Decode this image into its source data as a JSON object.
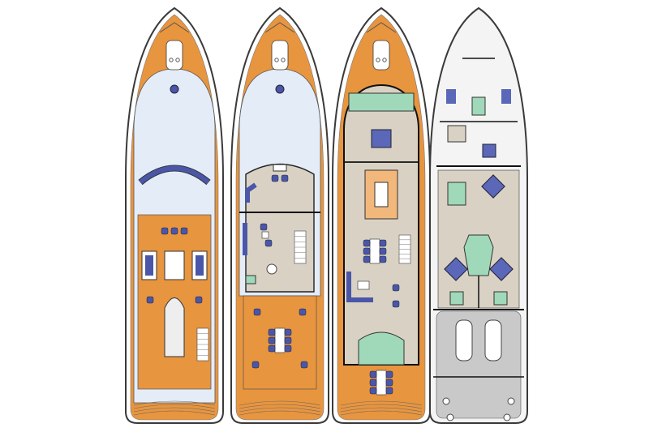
{
  "colors": {
    "background": "#ffffff",
    "hull_outline": "#3a3a3a",
    "teak_deck": "#e8953f",
    "teak_light": "#f2b77a",
    "glass_canopy": "#e4ecf8",
    "interior_floor": "#d9d2c4",
    "bathroom": "#9fd9b9",
    "bed_blue": "#5b67b8",
    "furniture_blue": "#4a56a8",
    "lower_deck": "#f4f4f4",
    "engine_room": "#c9c9c9"
  },
  "decks": [
    {
      "id": "sun-deck"
    },
    {
      "id": "bridge-deck"
    },
    {
      "id": "main-deck"
    },
    {
      "id": "lower-deck"
    }
  ]
}
